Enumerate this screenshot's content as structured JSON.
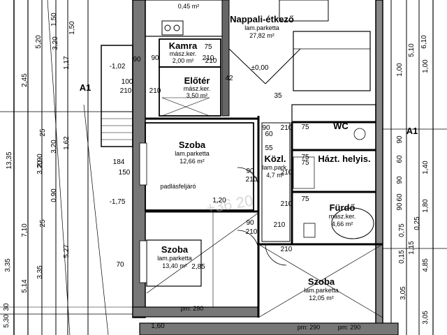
{
  "rooms": {
    "top_area": "0,45 m²",
    "nappali": {
      "name": "Nappali-étkező",
      "floor": "lam.parketta",
      "area": "27,82 m²"
    },
    "kamra": {
      "name": "Kamra",
      "floor": "mász.ker.",
      "area": "2,00 m²"
    },
    "eloter": {
      "name": "Előtér",
      "floor": "mász.ker.",
      "area": "3,50 m²"
    },
    "szoba1": {
      "name": "Szoba",
      "floor": "lam.parketta",
      "area": "12,66 m²",
      "note": "padlásfeljáró"
    },
    "szoba2": {
      "name": "Szoba",
      "floor": "lam.parketta",
      "area": "13,40 m²"
    },
    "szoba3": {
      "name": "Szoba",
      "floor": "lam.parketta",
      "area": "12,05 m²"
    },
    "kozl": {
      "name": "Közl.",
      "floor": "lam.park.",
      "area": "4,7 m²"
    },
    "wc": {
      "name": "WC"
    },
    "haztart": {
      "name": "Házt. helyis."
    },
    "furdo": {
      "name": "Fürdő",
      "floor": "mász.ker.",
      "area": "4,66 m²"
    }
  },
  "levels": {
    "nappali": "±0,00",
    "left": "-1,02",
    "left_low": "-1,75"
  },
  "axis": {
    "left": "A1",
    "right": "A1"
  },
  "pm": [
    "pm: 290",
    "pm: 290",
    "pm: 290"
  ],
  "door_dims": [
    "90",
    "90",
    "90",
    "90",
    "75",
    "75",
    "75",
    "75",
    "75",
    "210",
    "210",
    "210",
    "210",
    "210",
    "210",
    "210",
    "210",
    "210",
    "210"
  ],
  "left_dims": [
    "3,35",
    "2,45",
    "7,10",
    "2,90",
    "3,20",
    "3,35",
    "5,14",
    "0,90",
    "1,50",
    "1,17",
    "1,62",
    "5,27",
    "1,50",
    "3,20",
    "5,20",
    "3,20",
    "25",
    "13,35",
    "25",
    "30",
    "5,30"
  ],
  "right_dims": [
    "5,10",
    "1,00",
    "6,10",
    "1,00",
    "1,40",
    "1,80",
    "3,05",
    "4,85",
    "3,05",
    "0,15",
    "1,15",
    "0,75",
    "0,25",
    "60",
    "60",
    "90",
    "90",
    "90"
  ],
  "inner_dims": [
    "100",
    "210",
    "150",
    "184",
    "1,20",
    "2,85",
    "1,60",
    "70",
    "90",
    "42",
    "55",
    "60",
    "35"
  ],
  "watermark": "+36 20"
}
